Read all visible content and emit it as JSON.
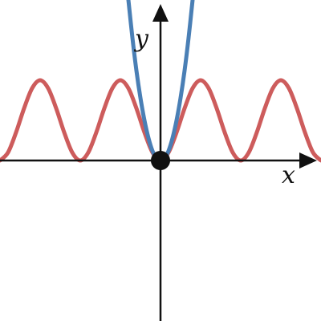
{
  "chart_data": {
    "type": "line",
    "title": "",
    "xlabel": "x",
    "ylabel": "y",
    "xlim": [
      -2.0,
      2.0
    ],
    "ylim": [
      -2.0,
      2.0
    ],
    "grid": false,
    "legend": "none",
    "origin_marker": true,
    "series": [
      {
        "color": "#cd5c5c",
        "x": [
          -2.0,
          -1.9,
          -1.8,
          -1.7,
          -1.6,
          -1.5,
          -1.4,
          -1.3,
          -1.2,
          -1.1,
          -1.0,
          -0.9,
          -0.8,
          -0.7,
          -0.6,
          -0.5,
          -0.4,
          -0.3,
          -0.2,
          -0.1,
          0.0,
          0.1,
          0.2,
          0.3,
          0.4,
          0.5,
          0.6,
          0.7,
          0.8,
          0.9,
          1.0,
          1.1,
          1.2,
          1.3,
          1.4,
          1.5,
          1.6,
          1.7,
          1.8,
          1.9,
          2.0
        ],
        "y": [
          0.0,
          0.1,
          0.35,
          0.65,
          0.9,
          1.0,
          0.9,
          0.65,
          0.35,
          0.1,
          0.0,
          0.1,
          0.35,
          0.65,
          0.9,
          1.0,
          0.9,
          0.65,
          0.35,
          0.1,
          0.0,
          0.1,
          0.35,
          0.65,
          0.9,
          1.0,
          0.9,
          0.65,
          0.35,
          0.1,
          0.0,
          0.1,
          0.35,
          0.65,
          0.9,
          1.0,
          0.9,
          0.65,
          0.35,
          0.1,
          0.0
        ]
      },
      {
        "color": "#4a7fb5",
        "x": [
          -0.4,
          -0.35,
          -0.3,
          -0.25,
          -0.2,
          -0.15,
          -0.1,
          -0.05,
          0.0,
          0.05,
          0.1,
          0.15,
          0.2,
          0.25,
          0.3,
          0.35,
          0.4
        ],
        "y": [
          2.0,
          1.53,
          1.12,
          0.78,
          0.5,
          0.28,
          0.12,
          0.03,
          0.0,
          0.03,
          0.12,
          0.28,
          0.5,
          0.78,
          1.12,
          1.53,
          2.0
        ]
      }
    ]
  }
}
